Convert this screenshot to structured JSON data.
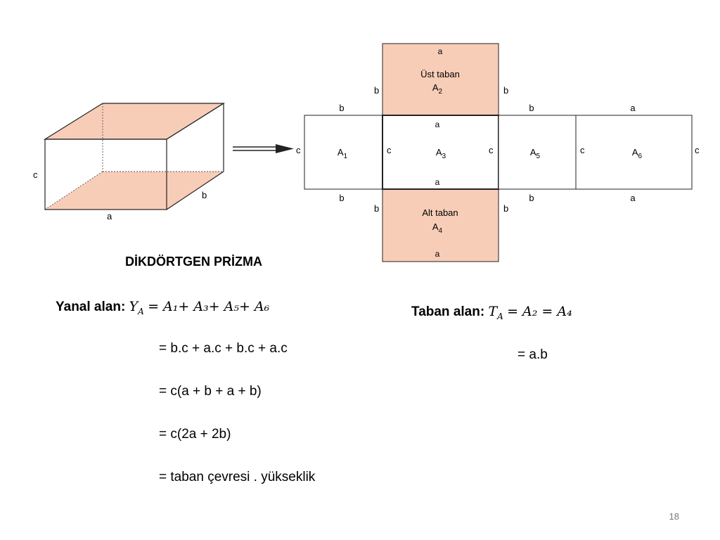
{
  "prism": {
    "label_a": "a",
    "label_b": "b",
    "label_c": "c"
  },
  "net": {
    "top_face_a": "a",
    "top_face_title": "Üst taban",
    "top_face_area": "A",
    "top_face_area_sub": "2",
    "bottom_face_a": "a",
    "bottom_face_title": "Alt taban",
    "bottom_face_area": "A",
    "bottom_face_area_sub": "4",
    "side_b_left_top": "b",
    "side_b_right_top": "b",
    "side_b_left_bottom": "b",
    "side_b_right_bottom": "b",
    "row_top_labels": [
      "b",
      "a",
      "b",
      "a"
    ],
    "row_bottom_labels": [
      "b",
      "a",
      "b",
      "a"
    ],
    "c_labels": [
      "c",
      "c",
      "c",
      "c",
      "c"
    ],
    "faces": [
      {
        "area": "A",
        "sub": "1"
      },
      {
        "area": "A",
        "sub": "3"
      },
      {
        "area": "A",
        "sub": "5"
      },
      {
        "area": "A",
        "sub": "6"
      }
    ]
  },
  "title": "DİKDÖRTGEN PRİZMA",
  "lateral": {
    "label": "Yanal alan:",
    "lhs": "Y",
    "lhs_sub": "A",
    "rhs": "= A₁+ A₃+ A₅+ A₆",
    "steps": [
      "= b.c + a.c + b.c + a.c",
      "= c(a + b + a + b)",
      "= c(2a + 2b)",
      "= taban çevresi . yükseklik"
    ]
  },
  "base": {
    "label": "Taban alan:",
    "lhs": "T",
    "lhs_sub": "A",
    "rhs": "= A₂ = A₄",
    "step": "= a.b"
  },
  "page_number": "18",
  "colors": {
    "face_fill": "#f8cdb8",
    "line": "#222222"
  }
}
